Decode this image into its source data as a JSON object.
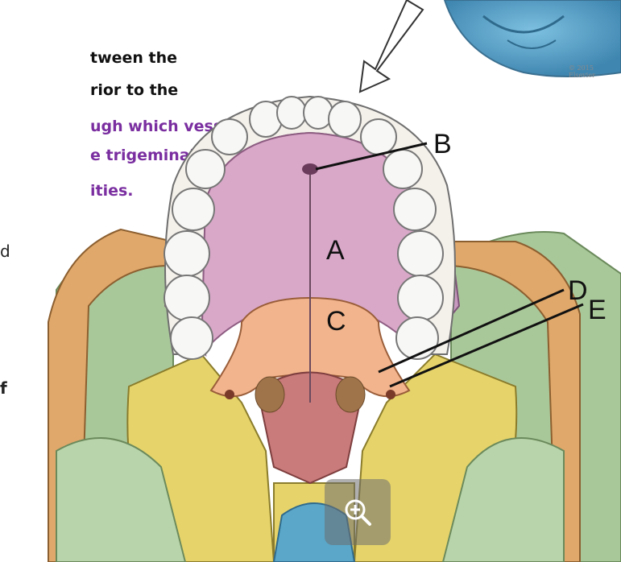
{
  "text_fragments": {
    "line1": "tween the",
    "line2": "rior to the",
    "line3": "ugh which vessels",
    "line4": "e trigeminal",
    "line5": "ities.",
    "frag_d": "d",
    "frag_f": "f"
  },
  "labels": {
    "A": "A",
    "B": "B",
    "C": "C",
    "D": "D",
    "E": "E"
  },
  "copyright": "© 2015 Elsevier",
  "zoom_icon": "zoom-in-icon",
  "colors": {
    "purple_text": "#7a2ea0",
    "palate": "#d9a8c9",
    "palatine": "#f2b48c",
    "sphenoid": "#e6d46a",
    "temporal": "#a9c89a",
    "zygomatic": "#e0a86a",
    "vomer": "#c97a7a",
    "skull_view": "#5aa7c9"
  }
}
